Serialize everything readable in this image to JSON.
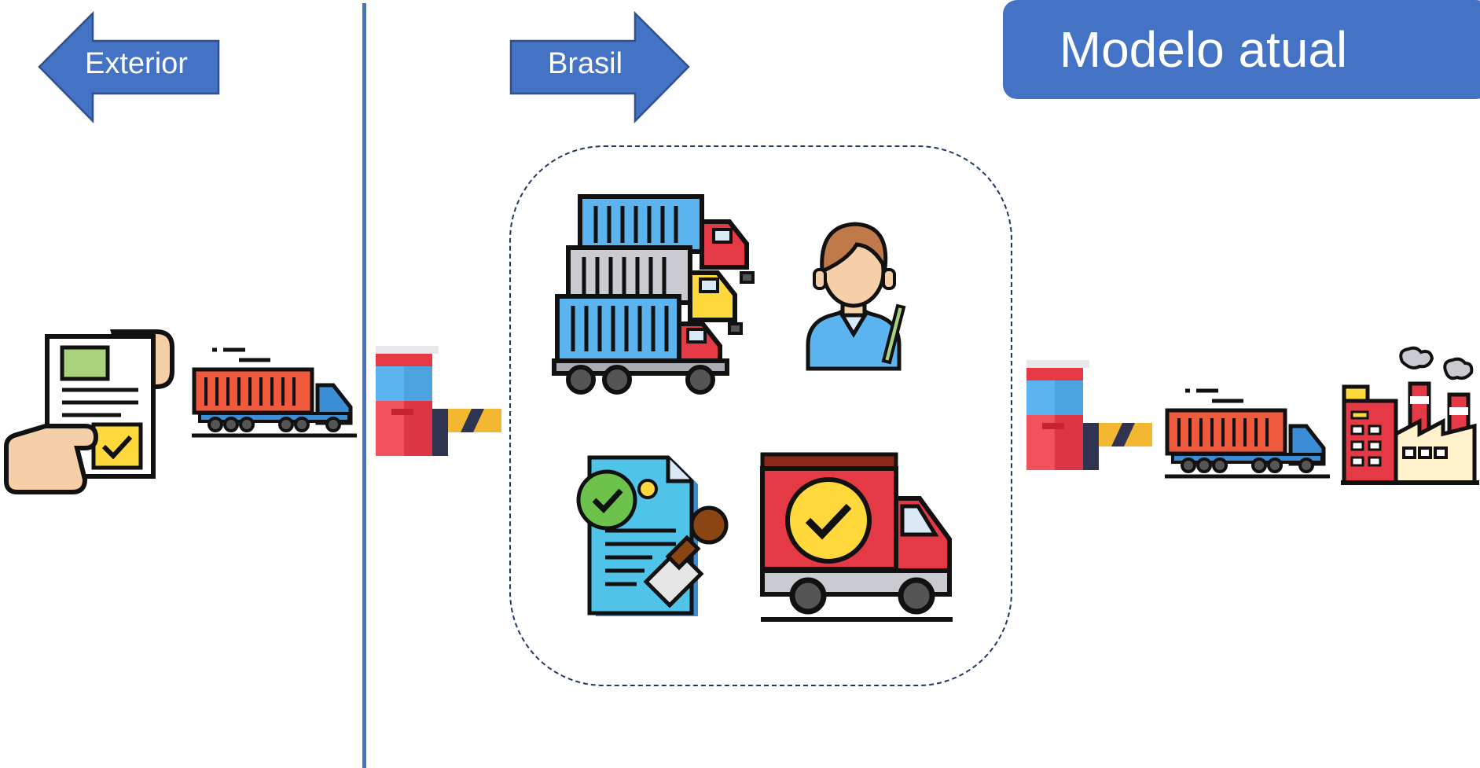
{
  "arrows": {
    "left_label": "Exterior",
    "right_label": "Brasil"
  },
  "title": "Modelo atual",
  "colors": {
    "accent_blue": "#4472c4",
    "arrow_border": "#2f4f8f",
    "dashed_border": "#1f3864",
    "container_orange": "#f05a3c",
    "truck_blue": "#3b8ed6",
    "barrier_red": "#e63946",
    "barrier_blue": "#5bb3f0",
    "barrier_yellow": "#f4b731",
    "check_yellow": "#ffd93b"
  },
  "icons": {
    "left": [
      "document-handover-icon",
      "container-truck-icon"
    ],
    "border_gate": "toll-barrier-icon",
    "center": [
      "container-trucks-fleet-icon",
      "customs-agent-icon",
      "approved-document-stamp-icon",
      "approved-delivery-truck-icon"
    ],
    "right": [
      "toll-barrier-icon",
      "container-truck-icon",
      "factory-icon"
    ]
  }
}
